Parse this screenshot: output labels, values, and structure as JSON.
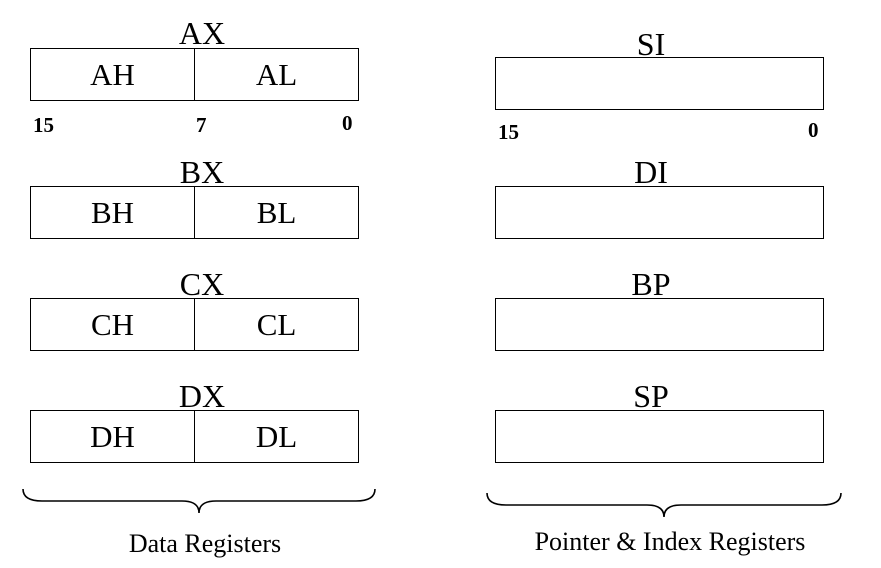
{
  "data_registers": {
    "caption": "Data Registers",
    "registers": [
      {
        "name": "AX",
        "high": "AH",
        "low": "AL"
      },
      {
        "name": "BX",
        "high": "BH",
        "low": "BL"
      },
      {
        "name": "CX",
        "high": "CH",
        "low": "CL"
      },
      {
        "name": "DX",
        "high": "DH",
        "low": "DL"
      }
    ],
    "bit_labels": {
      "msb": "15",
      "mid": "7",
      "lsb": "0"
    }
  },
  "pointer_index_registers": {
    "caption": "Pointer & Index Registers",
    "registers": [
      {
        "name": "SI"
      },
      {
        "name": "DI"
      },
      {
        "name": "BP"
      },
      {
        "name": "SP"
      }
    ],
    "bit_labels": {
      "msb": "15",
      "lsb": "0"
    }
  }
}
